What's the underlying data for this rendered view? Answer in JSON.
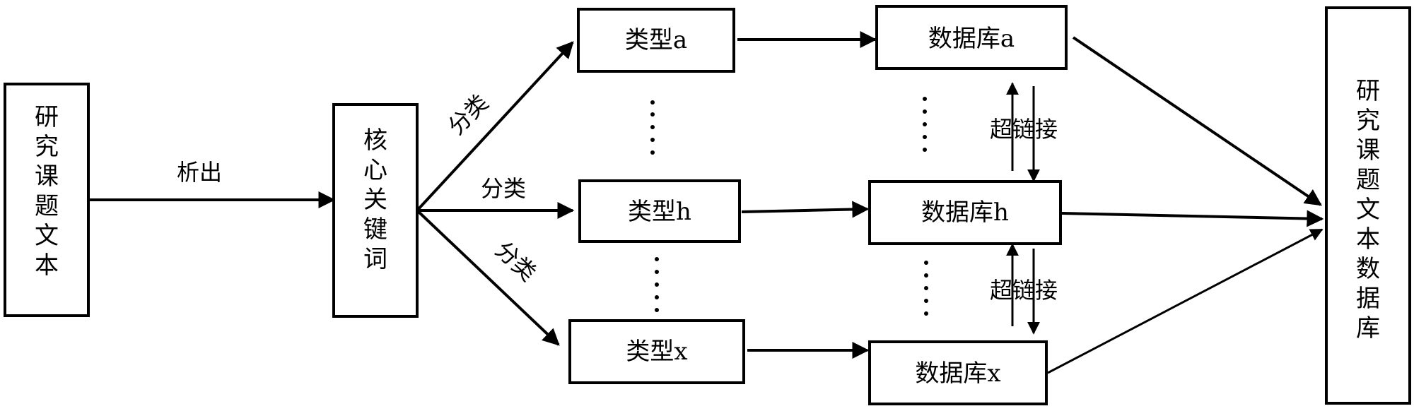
{
  "nodes": {
    "source_text": "研究课题文本",
    "keywords": "核心关键词",
    "type_a": "类型a",
    "type_h": "类型h",
    "type_x": "类型x",
    "db_a": "数据库a",
    "db_h": "数据库h",
    "db_x": "数据库x",
    "target_db": "研究课题文本数据库"
  },
  "edges": {
    "extract": "析出",
    "classify_a": "分类",
    "classify_h": "分类",
    "classify_x": "分类",
    "hyperlink_ah": "超链接",
    "hyperlink_hx": "超链接"
  },
  "colors": {
    "stroke": "#000000",
    "background": "#ffffff"
  }
}
